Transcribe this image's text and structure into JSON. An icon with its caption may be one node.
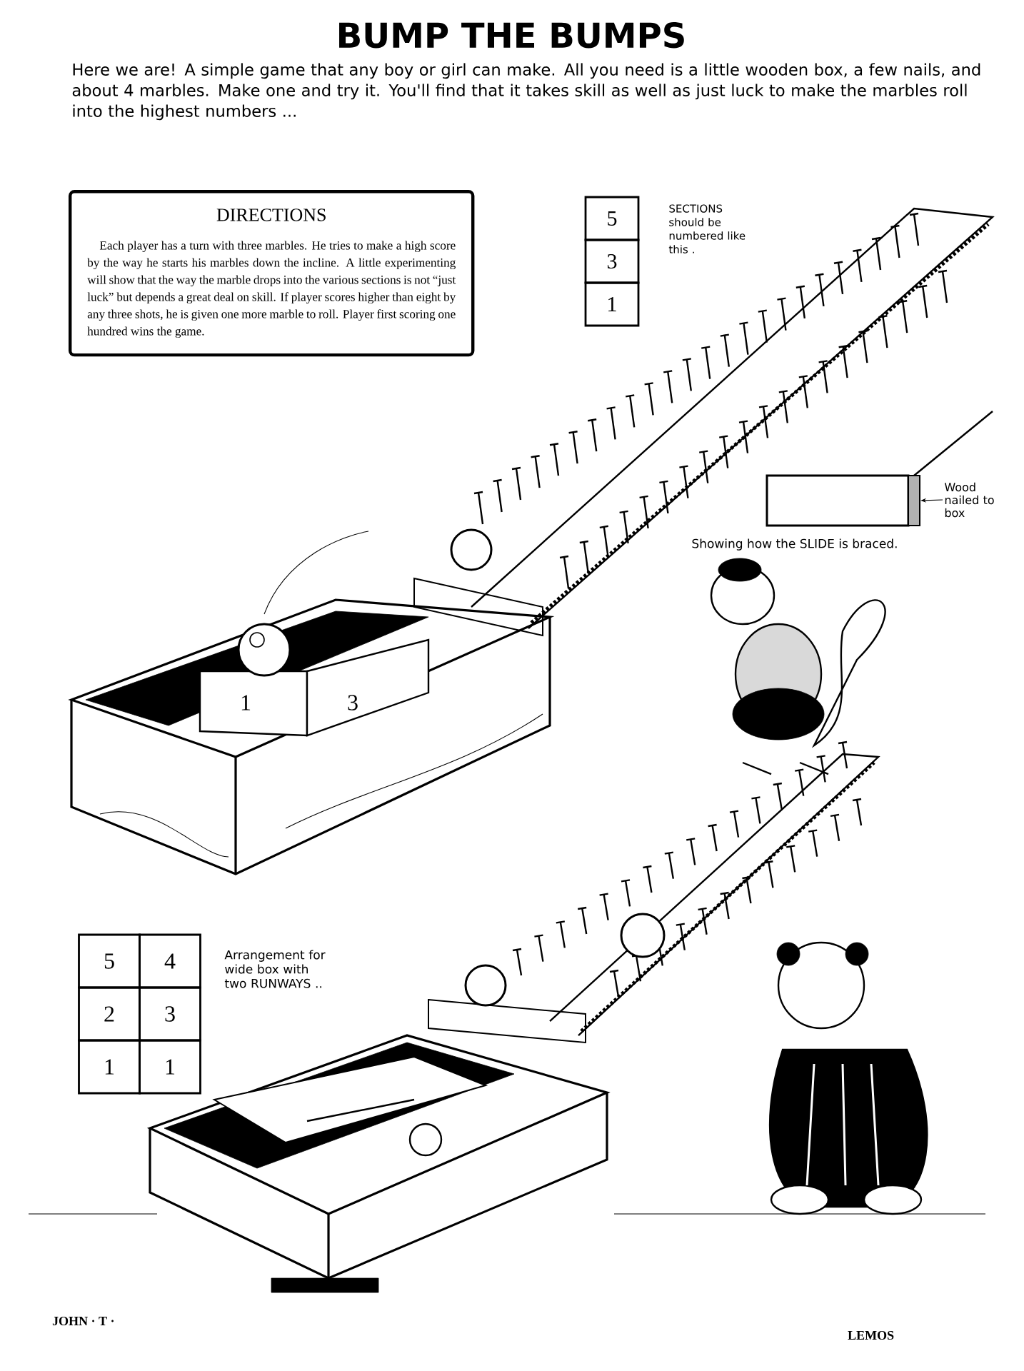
{
  "diagram": {
    "title": "BUMP THE BUMPS",
    "nodes": [
      {
        "text": [
          "DIRECTIONS",
          "Each player has a turn with three marbles. He tries to make a high score by the way he starts his marbles down the incline. A little experimenting will show that the way the marble drops into the various sections is not “just luck” but depends a great deal on skill. If player scores higher than eight by any three shots, he is given one more marble to roll. Player first scoring one hundred wins the game."
        ]
      },
      {
        "text": [
          "Wood nailed to box"
        ]
      },
      {
        "text": [],
        "shape": "bar"
      }
    ],
    "edges": [
      {
        "from": 1,
        "to": 2,
        "arrow": "to"
      }
    ],
    "labels": [
      "Here we are! A simple game that any boy or girl can make. All you need is a little wooden box, a few nails, and about 4 marbles. Make one and try it. You'll find that it takes skill as well as just luck to make the marbles roll into the highest numbers ...",
      "5",
      "3",
      "1",
      "SECTIONS should be numbered like this .",
      "Showing how the SLIDE is braced.",
      "1",
      "3",
      "5",
      "4",
      "2",
      "3",
      "1",
      "1",
      "Arrangement for wide box with two RUNWAYS ..",
      "JOHN · T ·",
      "LEMOS"
    ]
  }
}
